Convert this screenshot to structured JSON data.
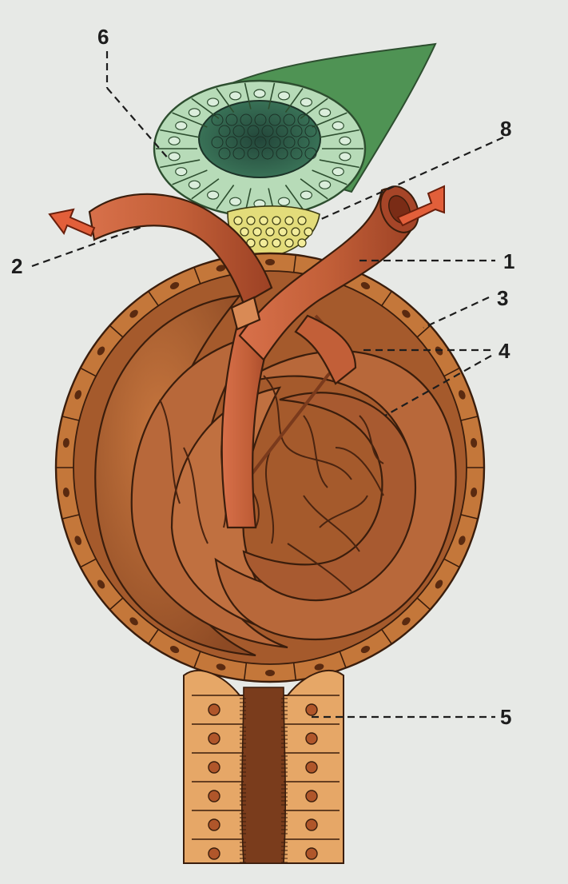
{
  "diagram": {
    "labels": [
      {
        "id": "label-1",
        "text": "1"
      },
      {
        "id": "label-2",
        "text": "2"
      },
      {
        "id": "label-3",
        "text": "3"
      },
      {
        "id": "label-4",
        "text": "4"
      },
      {
        "id": "label-5",
        "text": "5"
      },
      {
        "id": "label-6",
        "text": "6"
      },
      {
        "id": "label-8",
        "text": "8"
      }
    ],
    "colors": {
      "page": "#e9ebe8",
      "vessel": "#c5603a",
      "vessel_dark": "#8e3a1f",
      "capsule": "#d88f4b",
      "capillary": "#b5683a",
      "capillary_dark": "#6f3a1a",
      "tubule_cell": "#e6a767",
      "tubule_nucleus": "#6b2a10",
      "macula_cell": "#b7dbb8",
      "macula_leaf": "#4f9354",
      "juxta": "#e3dc7a",
      "leader": "#1d1d1d"
    },
    "icons": [
      "outflow-arrow-icon",
      "inflow-arrow-icon"
    ]
  }
}
